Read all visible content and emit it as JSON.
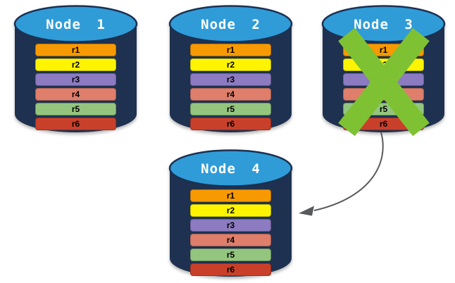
{
  "diagram": {
    "type": "database-replication-failover",
    "background": "#ffffff",
    "nodes": [
      {
        "label": "Node 1",
        "failed": false
      },
      {
        "label": "Node 2",
        "failed": false
      },
      {
        "label": "Node 3",
        "failed": true
      },
      {
        "label": "Node 4",
        "failed": false
      }
    ],
    "rows": [
      {
        "label": "r1",
        "color": "#F79900"
      },
      {
        "label": "r2",
        "color": "#FEF400"
      },
      {
        "label": "r3",
        "color": "#8C7BC0"
      },
      {
        "label": "r4",
        "color": "#DE7E6B"
      },
      {
        "label": "r5",
        "color": "#94C57E"
      },
      {
        "label": "r6",
        "color": "#C9402A"
      }
    ],
    "arrow": {
      "from": "Node 3",
      "to": "Node 4"
    },
    "colors": {
      "cylinder_body": "#1E3150",
      "cylinder_top": "#2F9CD8",
      "cylinder_edge": "#1B3152",
      "failed_x": "#7EC234",
      "arrow": "#58595B"
    }
  }
}
